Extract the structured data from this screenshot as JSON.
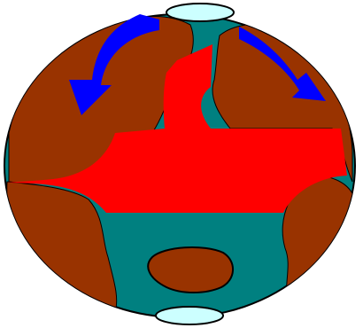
{
  "colors": {
    "ocean": "#008080",
    "land": "#993300",
    "warm_current": "#ff0000",
    "cold_current": "#0000ff",
    "ice_cap": "#ccffff",
    "outline": "#000000",
    "background": "#ffffff"
  },
  "elements": {
    "ocean": "globe-ocean",
    "north_ice_cap": "north-ice-cap",
    "south_ice_cap": "south-ice-cap",
    "warm_current": "warm-current",
    "cold_current_left": "cold-current-arrow-left",
    "cold_current_right": "cold-current-arrow-right"
  }
}
